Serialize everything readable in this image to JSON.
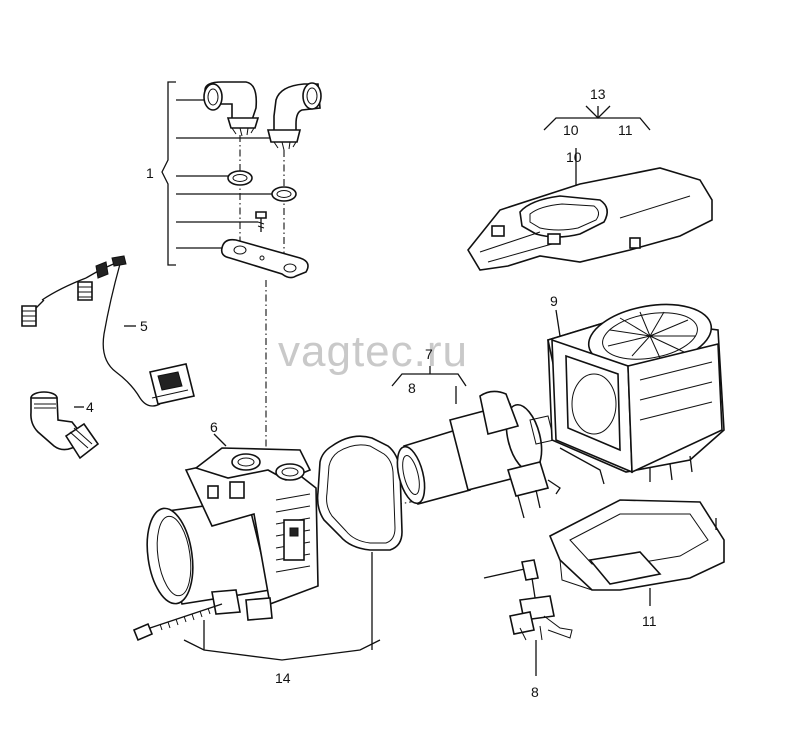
{
  "watermark": "vagtec.ru",
  "callouts": {
    "c1": "1",
    "c4": "4",
    "c5": "5",
    "c6": "6",
    "c7": "7",
    "c8a": "8",
    "c8b": "8",
    "c9": "9",
    "c10a": "10",
    "c10b": "10",
    "c11a": "11",
    "c11b": "11",
    "c13": "13",
    "c14": "14"
  },
  "colors": {
    "ink": "#111111",
    "background": "#ffffff",
    "watermark": "#c9c9c9"
  }
}
